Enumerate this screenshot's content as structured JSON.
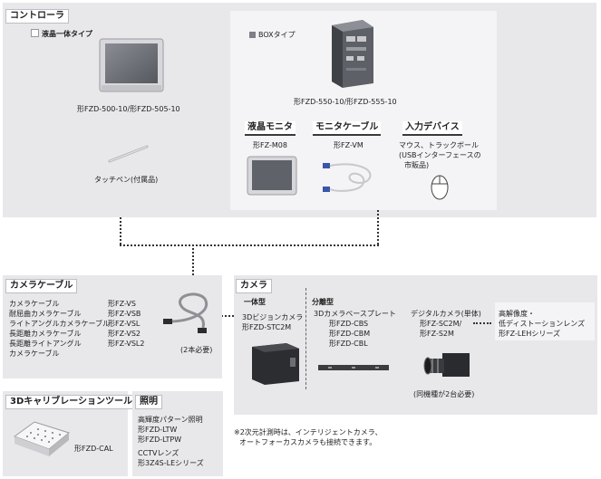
{
  "controller": {
    "title": "コントローラ",
    "integrated": {
      "heading": "液晶一体タイプ",
      "model": "形FZD-500-10/形FZD-505-10",
      "pen": "タッチペン(付属品)"
    },
    "box": {
      "heading": "BOXタイプ",
      "model": "形FZD-550-10/形FZD-555-10",
      "monitor": {
        "title": "液晶モニタ",
        "model": "形FZ-M08"
      },
      "cable": {
        "title": "モニタケーブル",
        "model": "形FZ-VM"
      },
      "input": {
        "title": "入力デバイス",
        "line1": "マウス、トラックボール",
        "line2": "(USBインターフェースの",
        "line3": "市販品)"
      }
    }
  },
  "camera_cable": {
    "title": "カメラケーブル",
    "items": [
      {
        "name": "カメラケーブル",
        "model": "形FZ-VS"
      },
      {
        "name": "耐屈曲カメラケーブル",
        "model": "形FZ-VSB"
      },
      {
        "name": "ライトアングルカメラケーブル",
        "model": "形FZ-VSL"
      },
      {
        "name": "長距離カメラケーブル",
        "model": "形FZ-VS2"
      },
      {
        "name": "長距離ライトアングル",
        "model": "形FZ-VSL2"
      }
    ],
    "last_line": "カメラケーブル",
    "note": "(2本必要)"
  },
  "camera": {
    "title": "カメラ",
    "integrated": {
      "heading": "一体型",
      "line1": "3Dビジョンカメラ",
      "line2": "形FZD-STC2M"
    },
    "separated": {
      "heading": "分離型",
      "base_title": "3Dカメラベースプレート",
      "base_models": [
        "形FZD-CBS",
        "形FZD-CBM",
        "形FZD-CBL"
      ],
      "digital_title": "デジタルカメラ(単体)",
      "digital_models": [
        "形FZ-SC2M/",
        "形FZ-S2M"
      ],
      "digital_note": "(同機種が2台必要)"
    },
    "lens": {
      "line1": "高解像度・",
      "line2": "低ディストーションレンズ",
      "line3": "形FZ-LEHシリーズ"
    }
  },
  "calibration": {
    "title": "3Dキャリブレーションツール",
    "model": "形FZD-CAL"
  },
  "lighting": {
    "title": "照明",
    "lines": [
      "高輝度パターン照明",
      "形FZD-LTW",
      "形FZD-LTPW",
      "CCTVレンズ",
      "形3Z4S-LEシリーズ"
    ]
  },
  "footnote": {
    "line1": "※2次元計測時は、インテリジェントカメラ、",
    "line2": "オートフォーカスカメラも接続できます。"
  }
}
